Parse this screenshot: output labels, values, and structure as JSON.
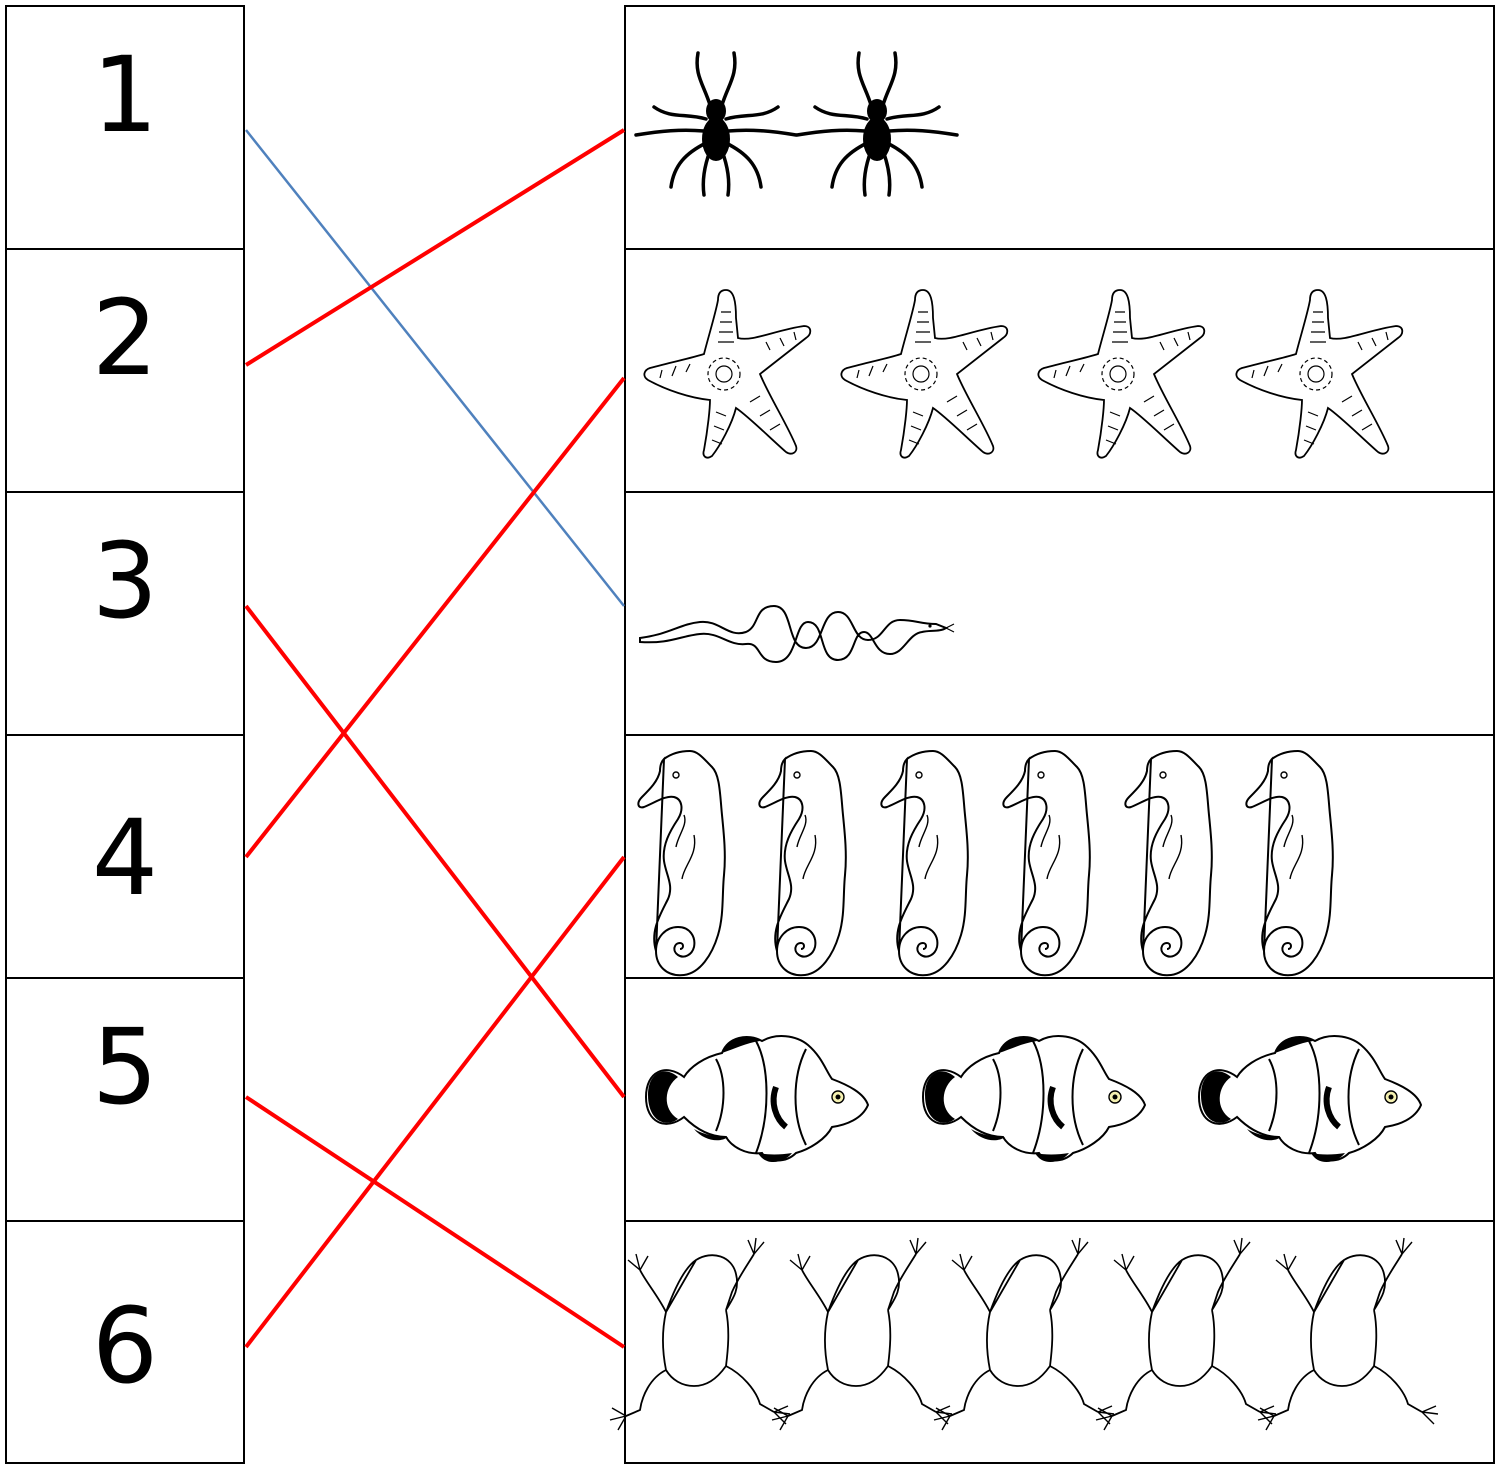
{
  "numbers": [
    "1",
    "2",
    "3",
    "4",
    "5",
    "6"
  ],
  "rows": [
    {
      "icon": "spider-icon",
      "count": 2
    },
    {
      "icon": "starfish-icon",
      "count": 4
    },
    {
      "icon": "snake-icon",
      "count": 1
    },
    {
      "icon": "seahorse-icon",
      "count": 6
    },
    {
      "icon": "clownfish-icon",
      "count": 3
    },
    {
      "icon": "frog-icon",
      "count": 5
    }
  ],
  "matches": [
    {
      "from": "1",
      "to_row": 3,
      "color": "#4f81bd"
    },
    {
      "from": "2",
      "to_row": 1,
      "color": "#ff0000"
    },
    {
      "from": "3",
      "to_row": 5,
      "color": "#ff0000"
    },
    {
      "from": "4",
      "to_row": 2,
      "color": "#ff0000"
    },
    {
      "from": "5",
      "to_row": 6,
      "color": "#ff0000"
    },
    {
      "from": "6",
      "to_row": 4,
      "color": "#ff0000"
    }
  ],
  "colors": {
    "border": "#000000",
    "blue_line": "#4f81bd",
    "red_line": "#ff0000"
  }
}
